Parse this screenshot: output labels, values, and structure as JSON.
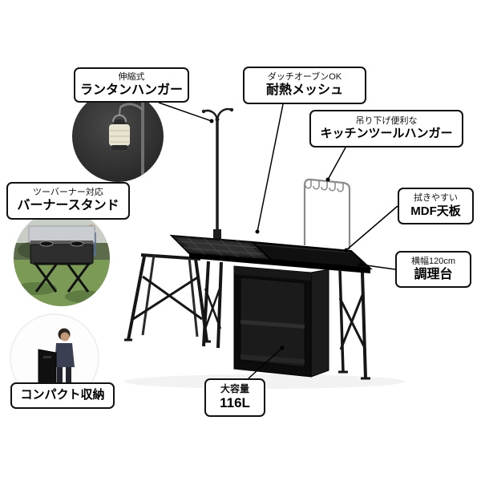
{
  "page": {
    "background": "#ffffff",
    "line_color": "#000000",
    "box_border_color": "#111111",
    "product_color": "#111111"
  },
  "callouts": {
    "lantern": {
      "sub": "伸縮式",
      "main": "ランタンハンガー"
    },
    "mesh": {
      "sub": "ダッチオーブンOK",
      "main": "耐熱メッシュ"
    },
    "tool_hanger": {
      "sub": "吊り下げ便利な",
      "main": "キッチンツールハンガー"
    },
    "burner_stand": {
      "sub": "ツーバーナー対応",
      "main": "バーナースタンド"
    },
    "mdf_top": {
      "sub": "拭きやすい",
      "main": "MDF天板"
    },
    "cooking_table": {
      "sub": "横幅120cm",
      "main": "調理台"
    },
    "compact": {
      "main": "コンパクト収納"
    },
    "capacity": {
      "sub": "大容量",
      "main": "116L"
    }
  },
  "insets": {
    "lantern": "lantern-hanging-photo",
    "burner": "burner-stand-outdoor-photo",
    "compact": "person-carrying-folded-unit-photo"
  }
}
